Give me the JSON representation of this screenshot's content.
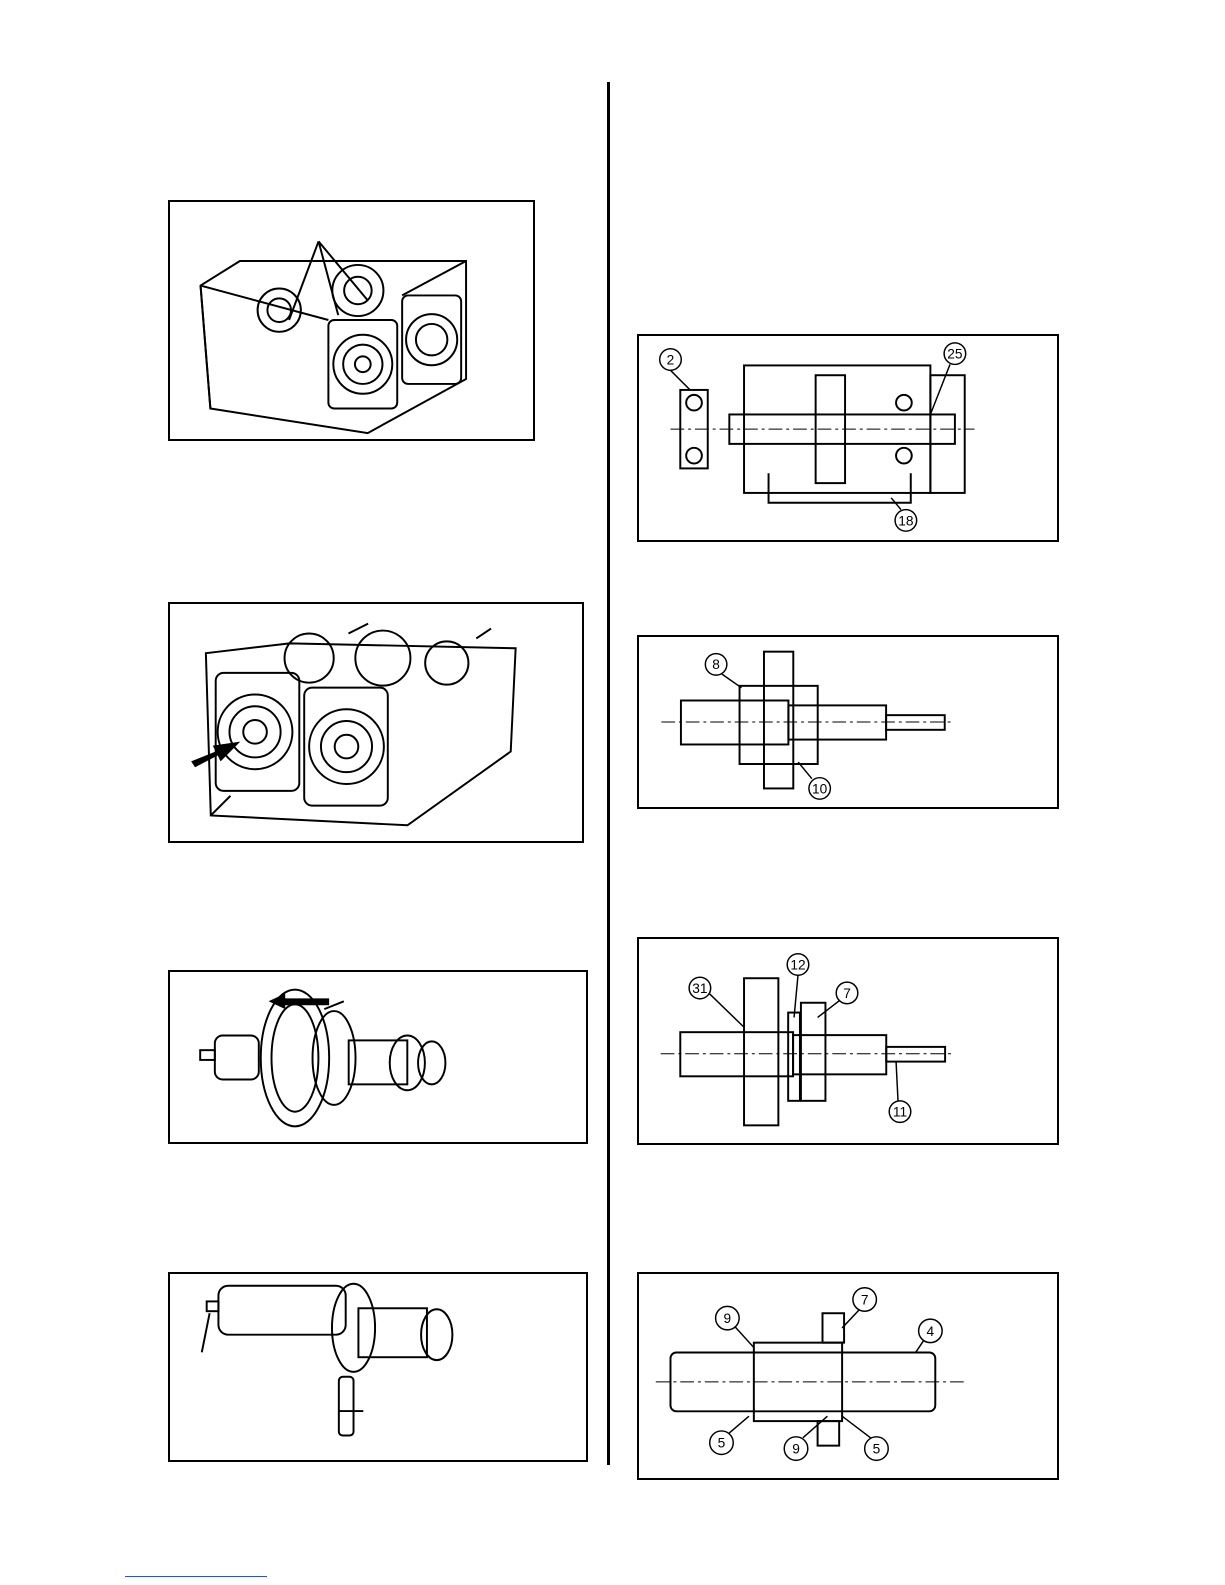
{
  "figures": {
    "fig_right_1": {
      "callouts": [
        "2",
        "25",
        "18"
      ]
    },
    "fig_right_2": {
      "callouts": [
        "8",
        "10"
      ]
    },
    "fig_right_3": {
      "callouts": [
        "31",
        "12",
        "7",
        "11"
      ]
    },
    "fig_right_4": {
      "callouts": [
        "9",
        "7",
        "4",
        "5",
        "9",
        "5"
      ]
    }
  }
}
